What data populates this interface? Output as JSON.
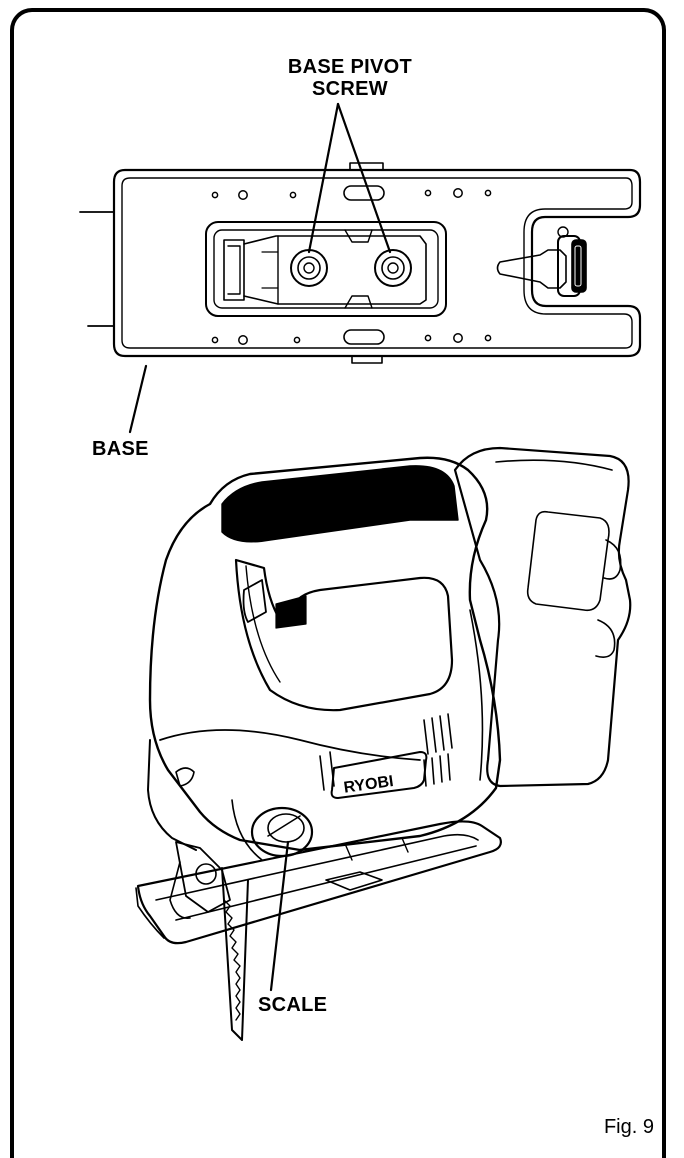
{
  "labels": {
    "base_pivot_line1": "BASE PIVOT",
    "base_pivot_line2": "SCREW",
    "base": "BASE",
    "scale": "SCALE",
    "brand": "RYOBI"
  },
  "figure": "Fig. 9",
  "icons": [
    "jigsaw-illustration",
    "base-plate-illustration",
    "pivot-screw-icon"
  ]
}
